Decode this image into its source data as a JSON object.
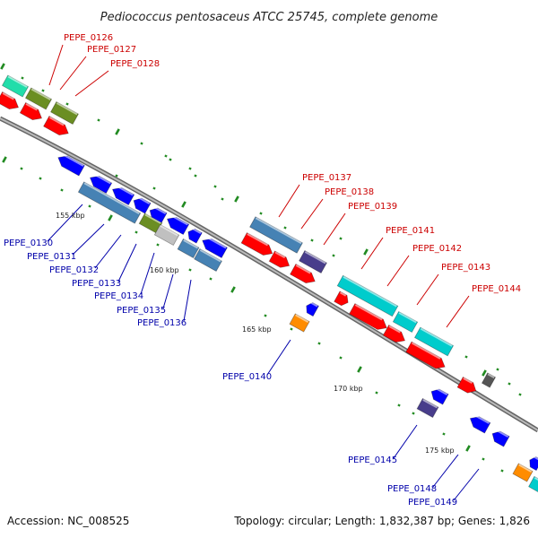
{
  "title": "Pediococcus pentosaceus ATCC 25745, complete genome",
  "footer": {
    "accession": "Accession: NC_008525",
    "summary": "Topology: circular; Length: 1,832,387 bp; Genes: 1,826"
  },
  "colors": {
    "backbone": "#888888",
    "gene_red": "#ff0000",
    "gene_blue": "#0000ff",
    "gene_steel": "#4682b4",
    "gene_olive": "#6b8e23",
    "gene_cyan": "#00cccc",
    "gene_mint": "#22ddaa",
    "gene_navy": "#483d8b",
    "gene_orange": "#ff8c00",
    "gene_gray": "#c0c0c0",
    "tick_green": "#228b22",
    "label_red": "#cc0000",
    "label_blue": "#0000aa"
  },
  "scale_labels": [
    "155 kbp",
    "160 kbp",
    "165 kbp",
    "170 kbp",
    "175 kbp"
  ],
  "gene_labels": {
    "forward": [
      "PEPE_0126",
      "PEPE_0127",
      "PEPE_0128",
      "PEPE_0137",
      "PEPE_0138",
      "PEPE_0139",
      "PEPE_0141",
      "PEPE_0142",
      "PEPE_0143",
      "PEPE_0144"
    ],
    "reverse": [
      "PEPE_0130",
      "PEPE_0131",
      "PEPE_0132",
      "PEPE_0133",
      "PEPE_0134",
      "PEPE_0135",
      "PEPE_0136",
      "PEPE_0140",
      "PEPE_0145",
      "PEPE_0148",
      "PEPE_0149"
    ]
  }
}
